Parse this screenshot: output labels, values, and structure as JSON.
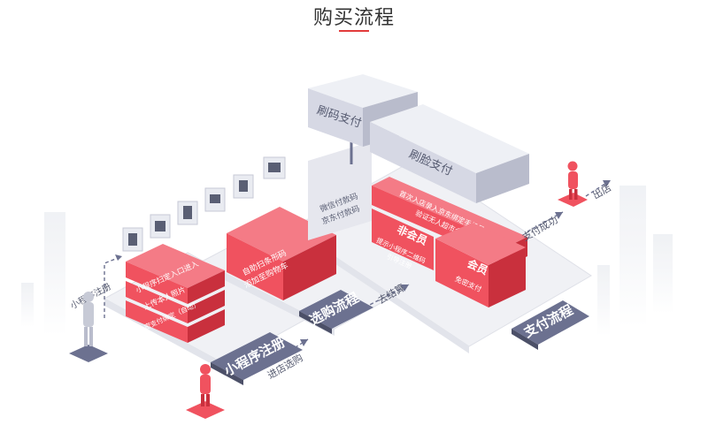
{
  "page": {
    "title": "购买流程"
  },
  "colors": {
    "accent": "#e23b3b",
    "red_box": "#f0525f",
    "red_side": "#c9303d",
    "grey_box": "#d6d8e4",
    "slab": "#6c7190"
  },
  "store_screens": [
    "scan-icon",
    "store-icon",
    "terminal-icon",
    "card-icon",
    "scale-icon",
    "screen-icon"
  ],
  "stages": {
    "register": {
      "slab": "小程序注册",
      "flow_label": "小程序注册",
      "items": [
        "小程序扫定入口进入",
        "上传本人照片",
        "完成免密支付绑定（自动）"
      ],
      "boxes_note": "(自动)"
    },
    "shopping": {
      "slab": "选购流程",
      "lines": [
        "自助扫条形码",
        "添加至购物车"
      ]
    },
    "payment": {
      "slab": "支付流程",
      "scan_pay": "刷码支付",
      "wallets": [
        "微信付款码",
        "京东付款码"
      ],
      "face_pay": "刷脸支付",
      "face_lines": [
        "首次入店录入京东绑定手机号",
        "验证无人超市会员"
      ],
      "non_member": "非会员",
      "non_member_lines": [
        "提示小程序二维码",
        "引导注册"
      ],
      "member": "会员",
      "member_line": "免密支付"
    }
  },
  "flow": {
    "enter": "进店选购",
    "checkout": "去结算",
    "paid": "支付成功",
    "exit": "出店"
  }
}
